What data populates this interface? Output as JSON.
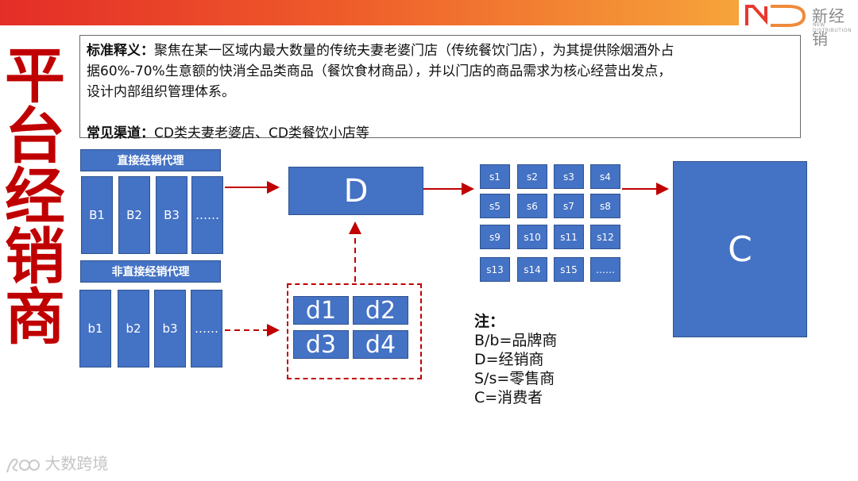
{
  "brand": {
    "name_cn": "新经销",
    "name_en": "NEW DISTRIBUTION"
  },
  "side_title": [
    "平",
    "台",
    "经",
    "销",
    "商"
  ],
  "definition": {
    "label1": "标准释义：",
    "text1a": "聚焦在某一区域内最大数量的传统夫妻老婆门店（传统餐饮门店），为其提供除烟酒外占",
    "text1b": "据60%-70%生意额的快消全品类商品（餐饮食材商品），并以门店的商品需求为核心经营出发点，",
    "text1c": "设计内部组织管理体系。",
    "label2": "常见渠道：",
    "text2": "CD类夫妻老婆店、CD类餐饮小店等"
  },
  "diagram": {
    "direct_header": "直接经销代理",
    "indirect_header": "非直接经销代理",
    "direct_brands": [
      "B1",
      "B2",
      "B3",
      "……"
    ],
    "indirect_brands": [
      "b1",
      "b2",
      "b3",
      "……"
    ],
    "distributor": "D",
    "sub_distributors": [
      "d1",
      "d2",
      "d3",
      "d4"
    ],
    "retailers": [
      "s1",
      "s2",
      "s3",
      "s4",
      "s5",
      "s6",
      "s7",
      "s8",
      "s9",
      "s10",
      "s11",
      "s12",
      "s13",
      "s14",
      "s15",
      "……"
    ],
    "consumer": "C",
    "arrow_color": "#c00000",
    "box_color": "#4472c4"
  },
  "note": {
    "title": "注：",
    "lines": [
      "B/b=品牌商",
      "D=经销商",
      "S/s=零售商",
      "C=消费者"
    ]
  },
  "watermark": "大数跨境",
  "colors": {
    "title_red": "#c00000",
    "bar_start": "#e42d28",
    "bar_end": "#f6a43a"
  }
}
